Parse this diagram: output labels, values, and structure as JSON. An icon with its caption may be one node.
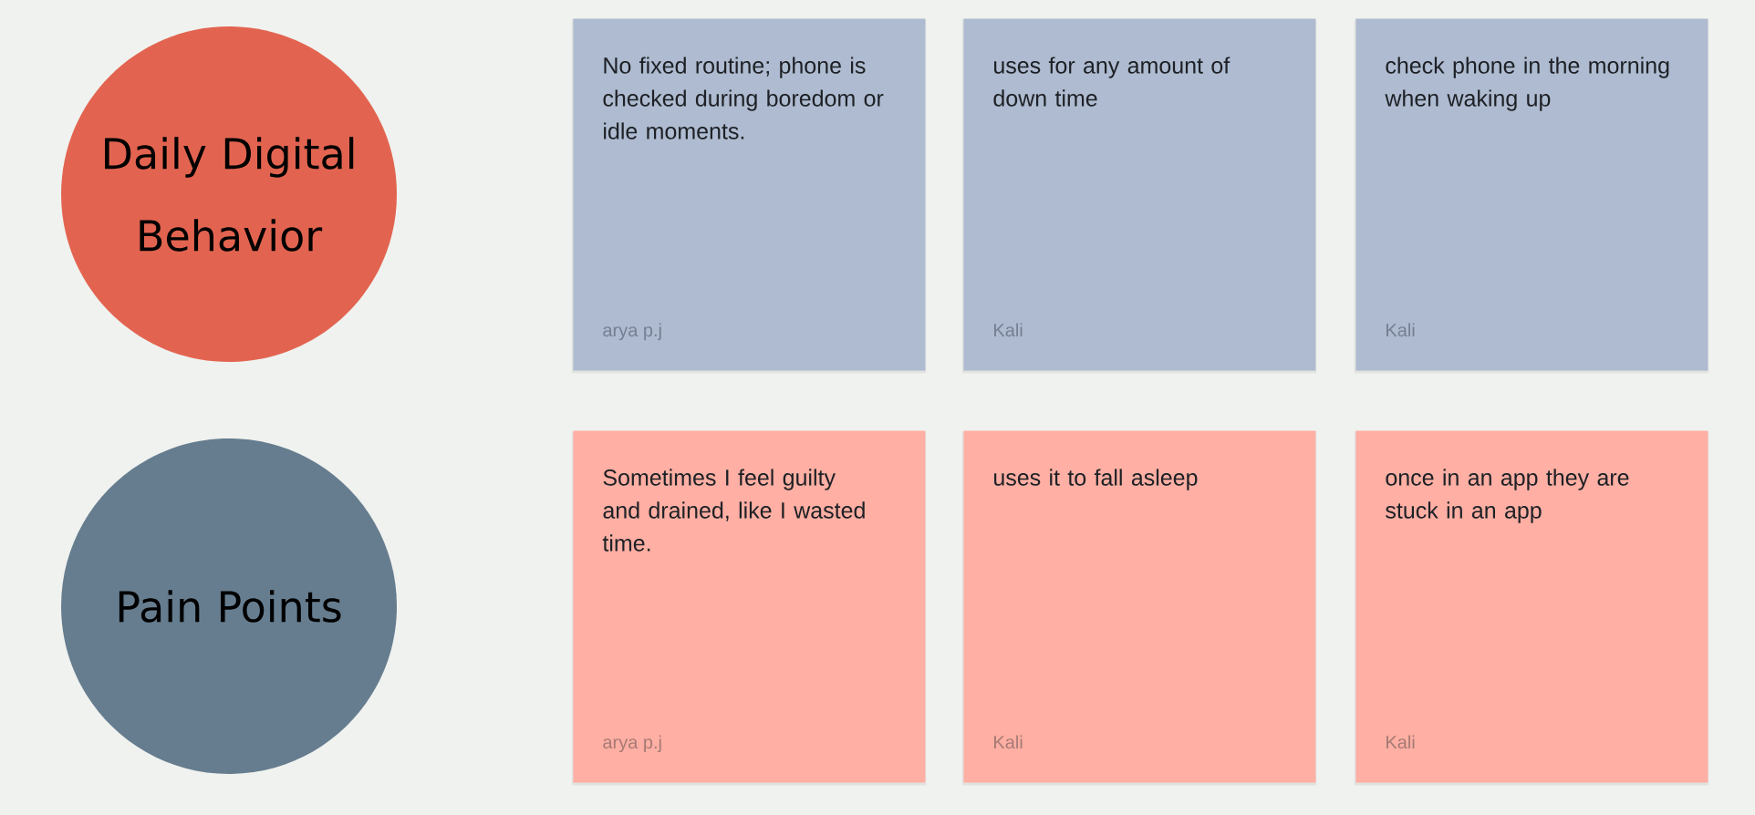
{
  "diagram": {
    "nodes": [
      {
        "text": [
          "Daily Digital Behavior"
        ]
      },
      {
        "text": [
          "No fixed routine; phone is checked during boredom or idle moments.",
          "arya p.j"
        ]
      },
      {
        "text": [
          "uses for any amount of down time",
          "Kali"
        ]
      },
      {
        "text": [
          "check phone in the morning when waking up",
          "Kali"
        ]
      },
      {
        "text": [
          "Pain Points"
        ]
      },
      {
        "text": [
          "Sometimes I feel guilty and drained, like I wasted time.",
          "arya p.j"
        ]
      },
      {
        "text": [
          "uses it to fall asleep",
          "Kali"
        ]
      },
      {
        "text": [
          "once in an app they are stuck in an app",
          "Kali"
        ]
      }
    ]
  }
}
